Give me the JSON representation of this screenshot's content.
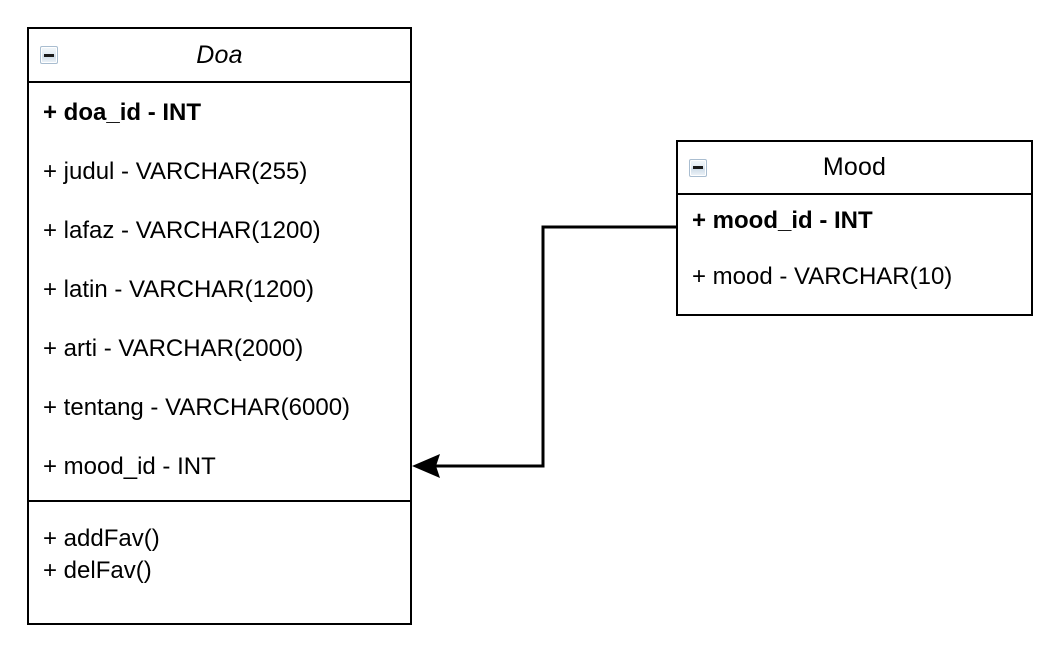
{
  "diagram": {
    "type": "uml-class-diagram",
    "background_color": "#ffffff",
    "line_color": "#000000",
    "text_color": "#000000"
  },
  "classes": [
    {
      "id": "doa",
      "name": "Doa",
      "name_style": "italic",
      "collapse_icon": "minus-icon",
      "attributes": [
        {
          "text": "+ doa_id - INT",
          "bold": true
        },
        {
          "text": "+ judul - VARCHAR(255)",
          "bold": false
        },
        {
          "text": "+ lafaz - VARCHAR(1200)",
          "bold": false
        },
        {
          "text": "+ latin - VARCHAR(1200)",
          "bold": false
        },
        {
          "text": "+ arti - VARCHAR(2000)",
          "bold": false
        },
        {
          "text": "+ tentang - VARCHAR(6000)",
          "bold": false
        },
        {
          "text": "+ mood_id - INT",
          "bold": false
        }
      ],
      "operations": [
        {
          "text": "+ addFav()"
        },
        {
          "text": "+ delFav()"
        }
      ]
    },
    {
      "id": "mood",
      "name": "Mood",
      "name_style": "normal",
      "collapse_icon": "minus-icon",
      "attributes": [
        {
          "text": "+ mood_id - INT",
          "bold": true
        },
        {
          "text": "+ mood - VARCHAR(10)",
          "bold": false
        }
      ],
      "operations": []
    }
  ],
  "relationships": [
    {
      "from": "mood",
      "to": "doa",
      "arrow": "open-filled-arrowhead",
      "style": "orthogonal",
      "label": ""
    }
  ]
}
